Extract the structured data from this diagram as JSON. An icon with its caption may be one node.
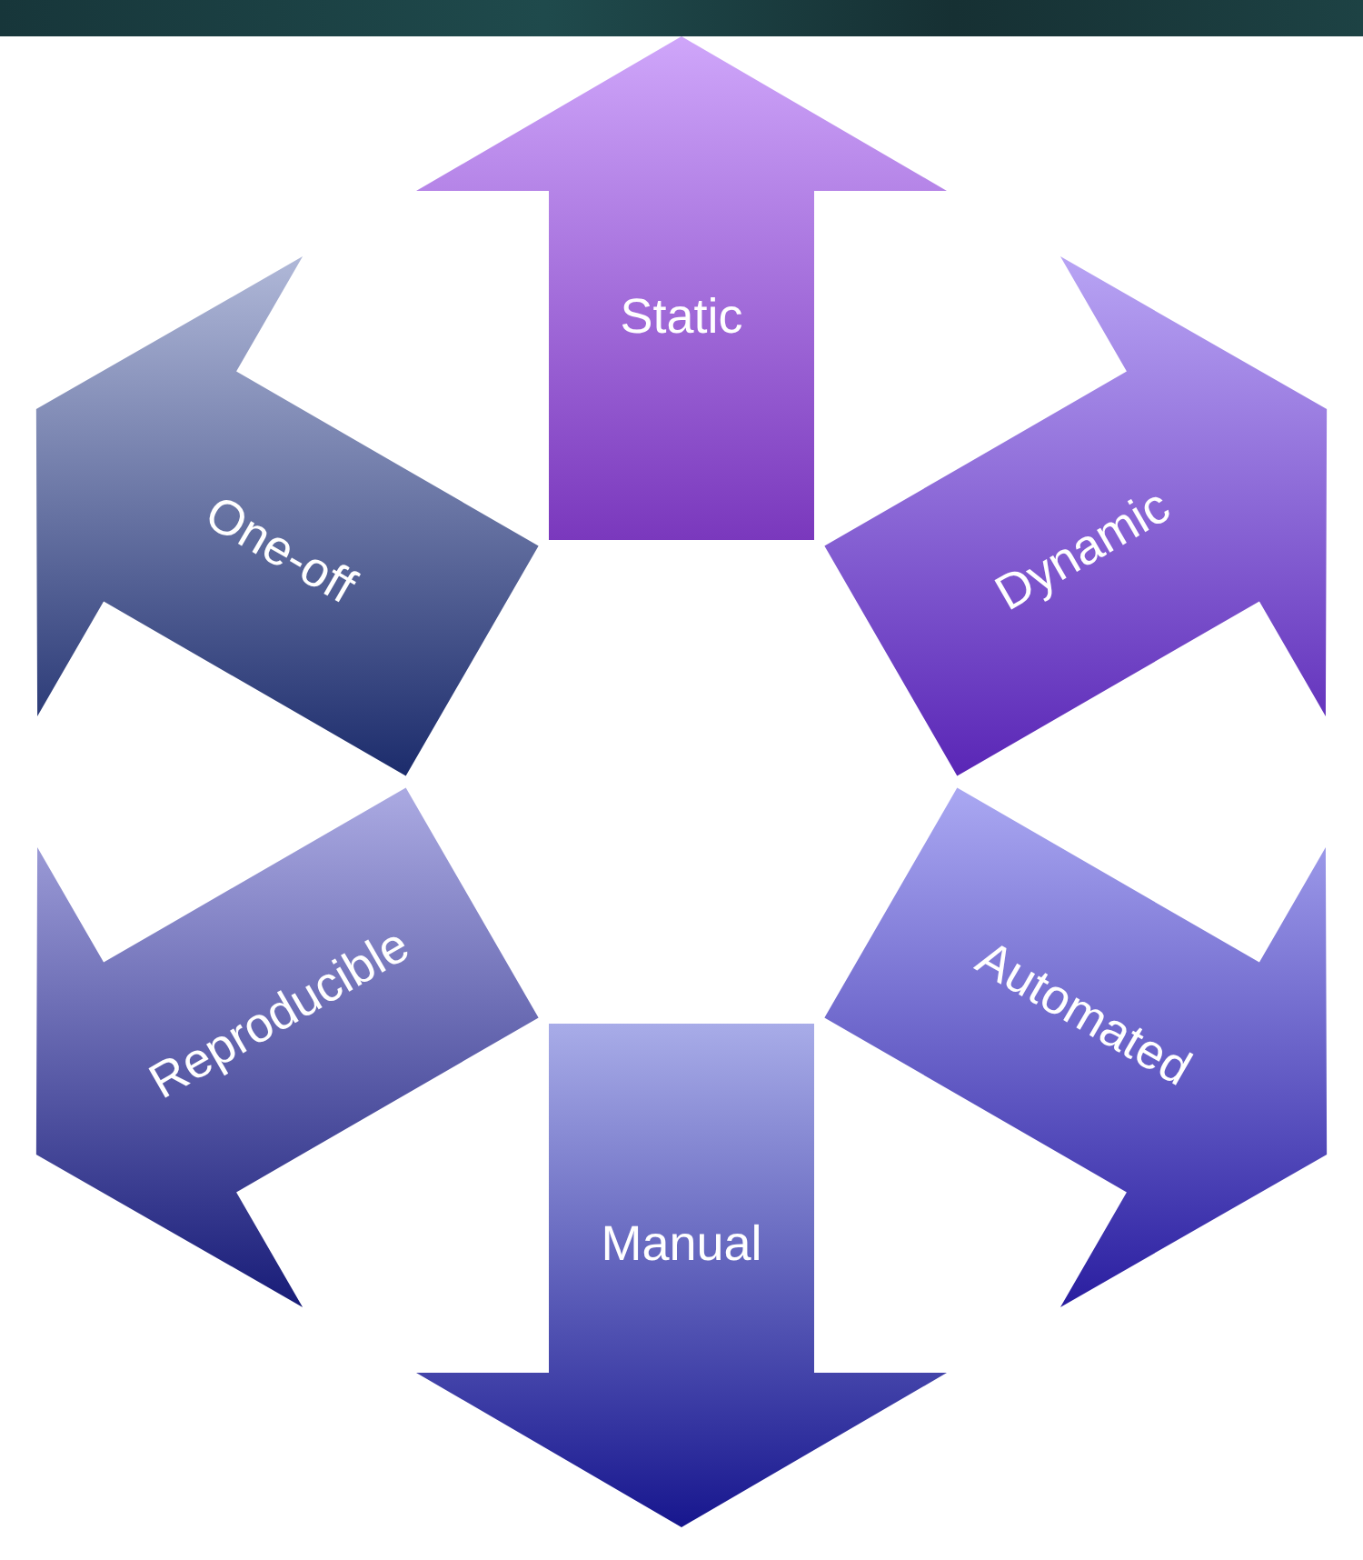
{
  "diagram": {
    "nodes": [
      {
        "text": [
          "Static"
        ]
      },
      {
        "text": [
          "One-off"
        ]
      },
      {
        "text": [
          "Dynamic"
        ]
      },
      {
        "text": [
          "Reproducible"
        ]
      },
      {
        "text": [
          "Automated"
        ]
      },
      {
        "text": [
          "Manual"
        ]
      }
    ]
  }
}
